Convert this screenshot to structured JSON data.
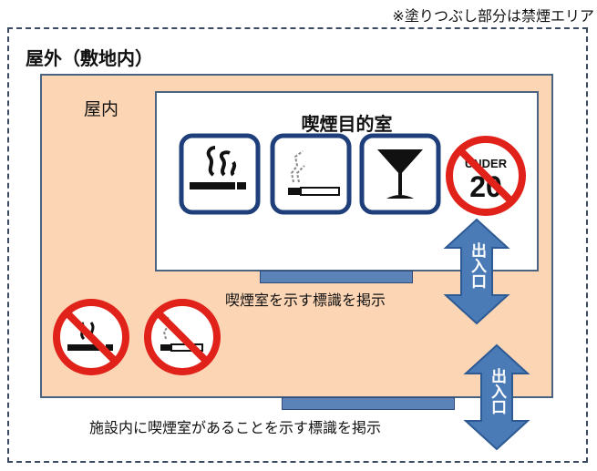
{
  "note": "※塗りつぶし部分は禁煙エリア",
  "outdoor": {
    "label": "屋外（敷地内）"
  },
  "indoor": {
    "label": "屋内"
  },
  "room": {
    "title": "喫煙目的室"
  },
  "room_icons": [
    {
      "name": "smoking-icon"
    },
    {
      "name": "heated-tobacco-icon"
    },
    {
      "name": "cocktail-glass-icon"
    },
    {
      "name": "no-under-20-icon",
      "text": "UNDER",
      "number": "20"
    }
  ],
  "room_sign_caption": "喫煙室を示す標識を掲示",
  "facility_sign_caption": "施設内に喫煙室があることを示す標識を掲示",
  "entrance_label": "出入口",
  "colors": {
    "navy": "#1f3f7a",
    "prohibit_red": "#e0221a",
    "indoor_fill": "#fcd5b5",
    "arrow_blue": "#4a7bb7",
    "frame": "#4a6381"
  }
}
